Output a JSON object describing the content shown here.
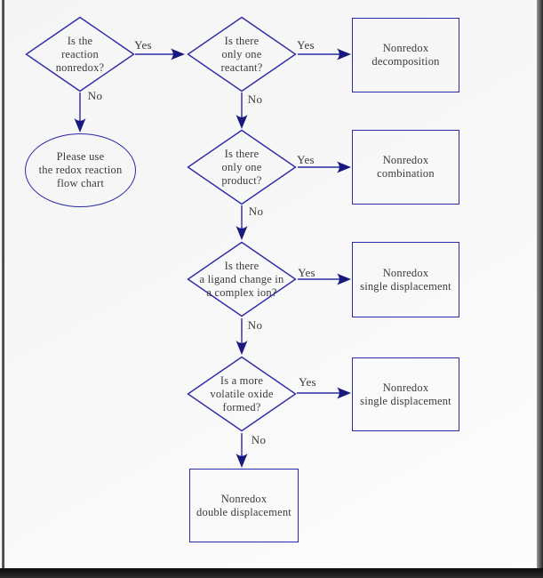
{
  "nodes": {
    "decision_nonredox": "Is the\nreaction\nnonredox?",
    "terminal_redox": "Please use\nthe redox reaction\nflow chart",
    "decision_one_reactant": "Is there\nonly one\nreactant?",
    "decision_one_product": "Is there\nonly one\nproduct?",
    "decision_ligand_change": "Is there\na ligand change in\na complex ion?",
    "decision_volatile_oxide": "Is a more\nvolatile oxide\nformed?",
    "result_decomposition": "Nonredox\ndecomposition",
    "result_combination": "Nonredox\ncombination",
    "result_single_displacement_1": "Nonredox\nsingle displacement",
    "result_single_displacement_2": "Nonredox\nsingle displacement",
    "result_double_displacement": "Nonredox\ndouble displacement"
  },
  "edges": {
    "d1_yes": "Yes",
    "d1_no": "No",
    "d2_yes": "Yes",
    "d2_no": "No",
    "d3_yes": "Yes",
    "d3_no": "No",
    "d4_yes": "Yes",
    "d4_no": "No",
    "d5_yes": "Yes",
    "d5_no": "No"
  },
  "colors": {
    "line": "#2a2aa8",
    "arrowhead": "#181880",
    "text": "#3b3b3b",
    "background": "#f7f7f7"
  }
}
